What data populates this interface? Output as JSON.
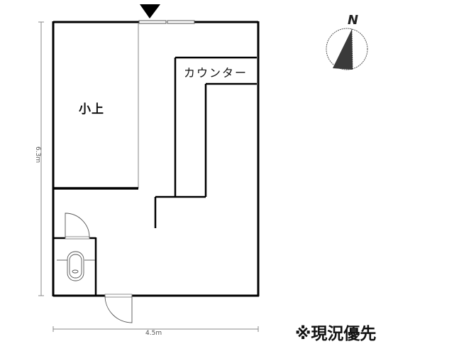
{
  "floorplan": {
    "rooms": [
      {
        "id": "loft",
        "label": "小上"
      },
      {
        "id": "counter",
        "label": "カウンター"
      }
    ],
    "dimensions": {
      "depth": "6.3m",
      "width": "4.5m"
    },
    "compass": {
      "label": "N"
    },
    "note": "※現況優先",
    "colors": {
      "wall": "#000000",
      "thin_line": "#9a9a9a",
      "dimension_line": "#777777",
      "compass_fill": "#3a3a3a",
      "background": "#ffffff"
    }
  }
}
